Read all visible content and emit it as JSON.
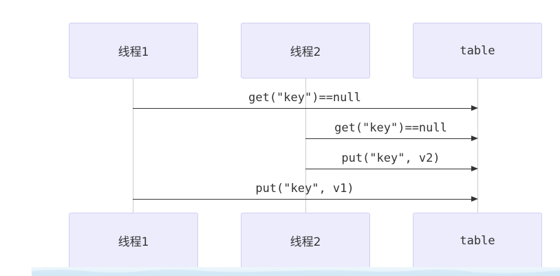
{
  "participants": [
    {
      "id": "thread1",
      "label": "线程1"
    },
    {
      "id": "thread2",
      "label": "线程2"
    },
    {
      "id": "table",
      "label": "table"
    }
  ],
  "messages": [
    {
      "from": "线程1",
      "to": "table",
      "text": "get(\"key\")==null"
    },
    {
      "from": "线程2",
      "to": "table",
      "text": "get(\"key\")==null"
    },
    {
      "from": "线程2",
      "to": "table",
      "text": "put(\"key\", v2)"
    },
    {
      "from": "线程1",
      "to": "table",
      "text": "put(\"key\", v1)"
    }
  ],
  "colors": {
    "actor_fill": "#ececfd",
    "actor_border": "#cfcff0",
    "line": "#333333",
    "lifeline": "#cccccc"
  }
}
